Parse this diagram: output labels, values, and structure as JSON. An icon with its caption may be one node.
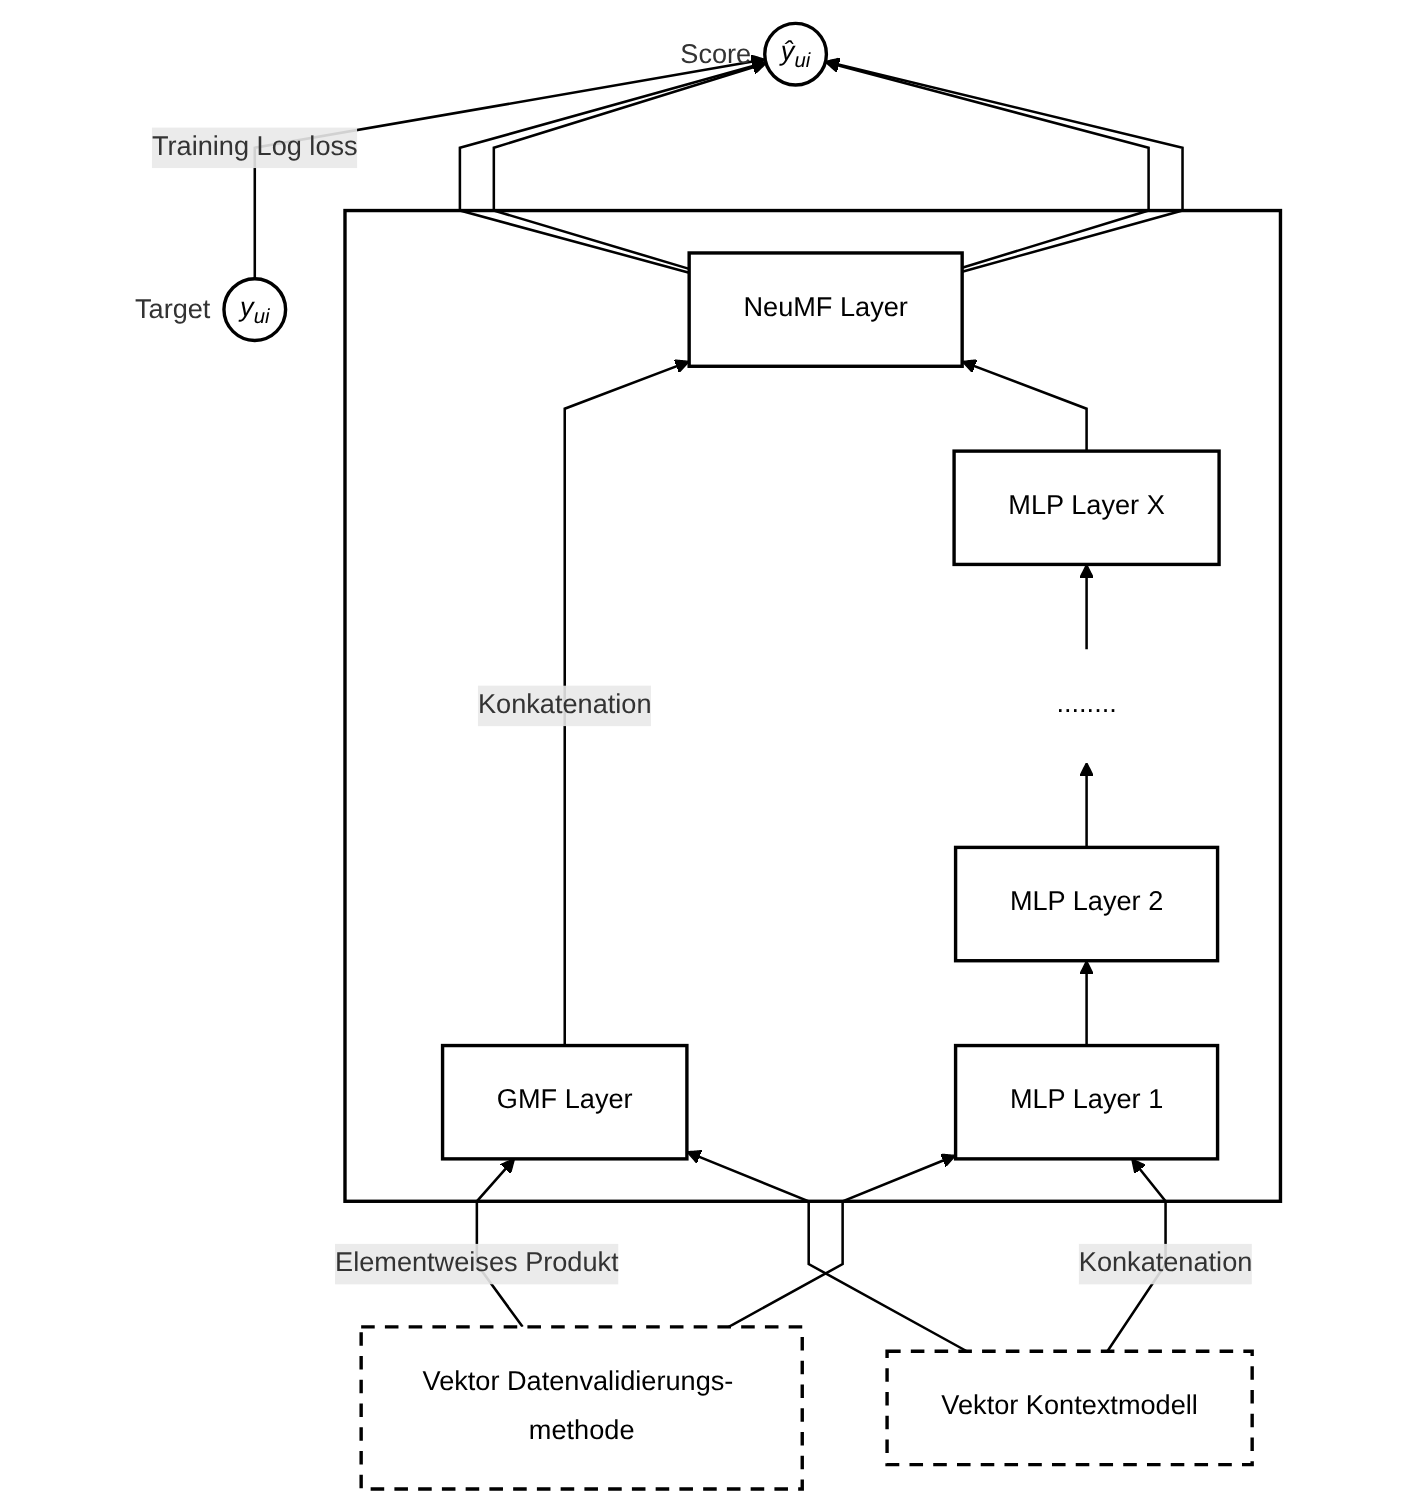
{
  "diagram": {
    "nodes": [
      {
        "text": [],
        "shape": "box"
      },
      {
        "text": [
          "ŷ$_{ui}$"
        ],
        "beside": [
          "Score"
        ]
      },
      {
        "text": [
          "y$_{ui}$"
        ],
        "beside": [
          "Target"
        ]
      },
      {
        "text": [
          "NeuMF Layer"
        ],
        "in": 0
      },
      {
        "text": [
          "MLP Layer X"
        ],
        "in": 0
      },
      {
        "text": [
          "........"
        ],
        "in": 0
      },
      {
        "text": [
          "GMF Layer"
        ],
        "in": 0
      },
      {
        "text": [
          "MLP Layer 2"
        ],
        "in": 0
      },
      {
        "text": [
          "MLP Layer 1"
        ],
        "in": 0
      },
      {
        "text": [
          "Vektor Datenvalidierungs- methode"
        ]
      },
      {
        "text": [
          "Vektor Kontextmodell"
        ]
      }
    ],
    "edges": [
      {
        "from": 2,
        "to": 1,
        "arrow": "to",
        "label": "Training Log loss"
      },
      {
        "from": 3,
        "to": 1,
        "arrow": "to"
      },
      {
        "from": 3,
        "to": 1,
        "arrow": "to"
      },
      {
        "from": 3,
        "to": 1,
        "arrow": "to"
      },
      {
        "from": 3,
        "to": 1,
        "arrow": "to"
      },
      {
        "from": 6,
        "to": 3,
        "arrow": "to",
        "label": "Konkatenation"
      },
      {
        "from": 4,
        "to": 3,
        "arrow": "to"
      },
      {
        "from": 5,
        "to": 4,
        "arrow": "to"
      },
      {
        "from": 7,
        "to": 5,
        "arrow": "to"
      },
      {
        "from": 8,
        "to": 7,
        "arrow": "to"
      },
      {
        "from": 9,
        "to": 6,
        "arrow": "to",
        "label": "Elementweises Produkt"
      },
      {
        "from": 10,
        "to": 6,
        "arrow": "to"
      },
      {
        "from": 9,
        "to": 8,
        "arrow": "to"
      },
      {
        "from": 10,
        "to": 8,
        "arrow": "to",
        "label": "Konkatenation"
      }
    ]
  }
}
